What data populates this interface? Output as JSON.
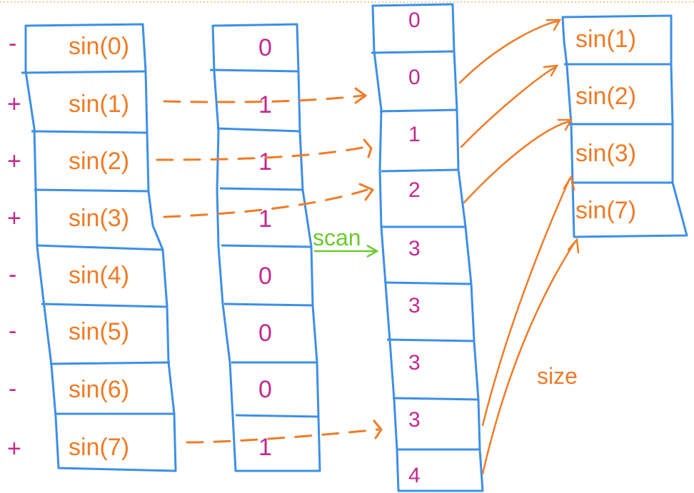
{
  "colors": {
    "box": "#3d8fe6",
    "arrow": "#f07b26",
    "sign": "#c4288f",
    "scan": "#6cc92f",
    "func": "#f07b26",
    "count": "#c4288f"
  },
  "signs": [
    "-",
    "+",
    "+",
    "+",
    "-",
    "-",
    "-",
    "+"
  ],
  "inputs": [
    "sin(0)",
    "sin(1)",
    "sin(2)",
    "sin(3)",
    "sin(4)",
    "sin(5)",
    "sin(6)",
    "sin(7)"
  ],
  "flags": [
    "0",
    "1",
    "1",
    "1",
    "0",
    "0",
    "0",
    "1"
  ],
  "scan_values": [
    "0",
    "0",
    "1",
    "2",
    "3",
    "3",
    "3",
    "3",
    "4"
  ],
  "outputs": [
    "sin(1)",
    "sin(2)",
    "sin(3)",
    "sin(7)"
  ],
  "scan_label": "scan",
  "size_label": "size"
}
